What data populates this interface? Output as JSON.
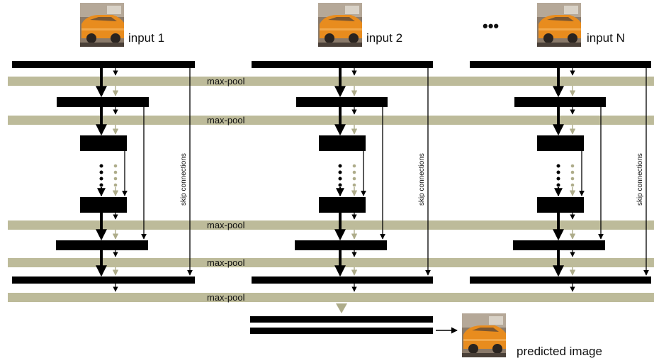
{
  "colors": {
    "layer": "#000000",
    "pool_band": "#bdbb9a",
    "pool_arrow": "#aeac8a",
    "taxi_body": "#e88c1e",
    "taxi_dark": "#6e4a2a",
    "background": "#ffffff"
  },
  "columns": [
    {
      "input_label": "input 1",
      "skip_label": "skip connections"
    },
    {
      "input_label": "input 2",
      "skip_label": "skip connections"
    },
    {
      "input_label": "input N",
      "skip_label": "skip connections"
    }
  ],
  "ellipsis": "•••",
  "pool_labels": [
    "max-pool",
    "max-pool",
    "max-pool",
    "max-pool",
    "max-pool"
  ],
  "output": {
    "label": "predicted image"
  },
  "icons": {
    "input_thumbnail": "taxi-photo-icon",
    "output_thumbnail": "taxi-photo-icon"
  }
}
